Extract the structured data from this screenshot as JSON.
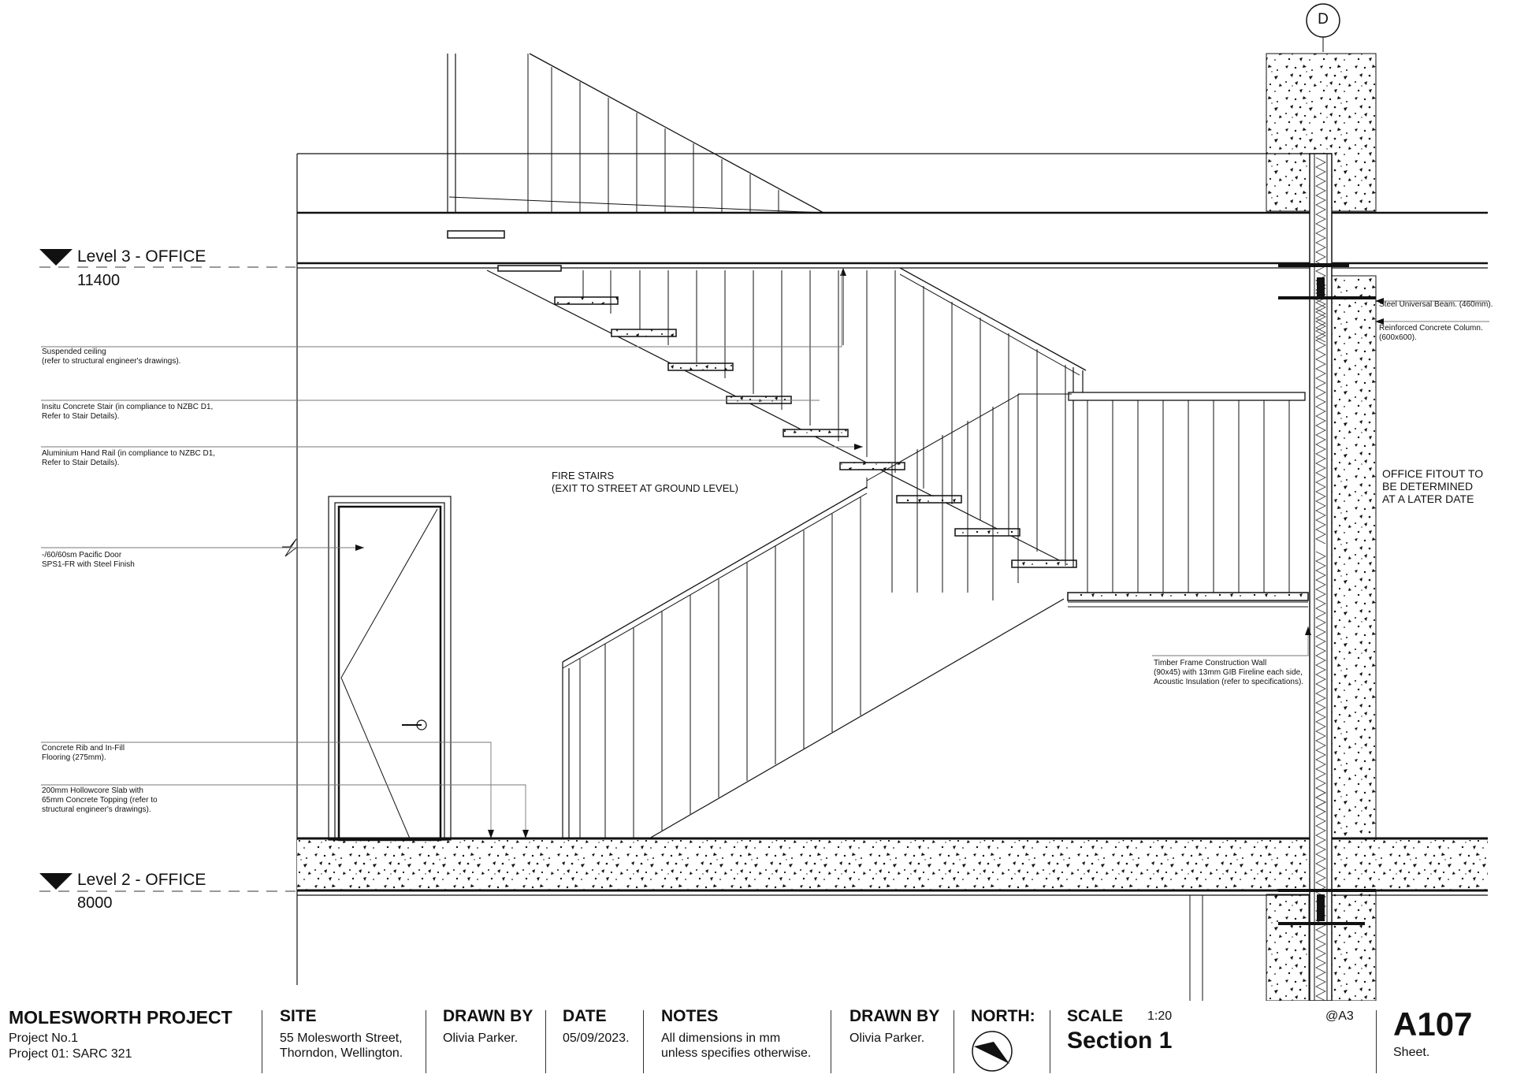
{
  "grid": {
    "marker": "D"
  },
  "levels": [
    {
      "name": "Level 3 - OFFICE",
      "elevation": "11400"
    },
    {
      "name": "Level 2 - OFFICE",
      "elevation": "8000"
    }
  ],
  "annotations": {
    "suspended_ceiling": "Suspended ceiling\n(refer to structural engineer's drawings).",
    "concrete_stair": "Insitu Concrete Stair (in compliance to NZBC D1,\nRefer to Stair Details).",
    "hand_rail": "Aluminium Hand Rail (in compliance to NZBC D1,\nRefer to Stair Details).",
    "door": "-/60/60sm Pacific Door\nSPS1-FR with Steel Finish",
    "rib_flooring": "Concrete Rib and In-Fill\nFlooring (275mm).",
    "hollowcore": "200mm Hollowcore Slab with\n65mm Concrete Topping (refer to\nstructural engineer's drawings).",
    "steel_beam": "Steel Universal Beam. (460mm).",
    "concrete_column": "Reinforced Concrete Column. (600x600).",
    "timber_wall": "Timber Frame Construction Wall\n(90x45) with 13mm GIB Fireline each side,\nAcoustic Insulation (refer to specifications).",
    "fire_stairs": "FIRE STAIRS\n(EXIT TO STREET AT GROUND LEVEL)",
    "office_fitout": "OFFICE FITOUT TO\nBE DETERMINED\nAT A LATER DATE"
  },
  "title_block": {
    "project_title": "MOLESWORTH PROJECT",
    "project_no": "Project No.1",
    "project_code": "Project 01: SARC 321",
    "site_label": "SITE",
    "site_address": "55 Molesworth Street,\nThorndon, Wellington.",
    "drawn_by_label": "DRAWN BY",
    "drawn_by": "Olivia Parker.",
    "date_label": "DATE",
    "date": "05/09/2023.",
    "notes_label": "NOTES",
    "notes": "All dimensions in mm\nunless specifies otherwise.",
    "drawn_by_label_2": "DRAWN BY",
    "drawn_by_2": "Olivia Parker.",
    "north_label": "NORTH:",
    "scale_label": "SCALE",
    "scale": "1:20",
    "paper": "@A3",
    "view_name": "Section 1",
    "sheet_no": "A107",
    "sheet_label": "Sheet."
  }
}
